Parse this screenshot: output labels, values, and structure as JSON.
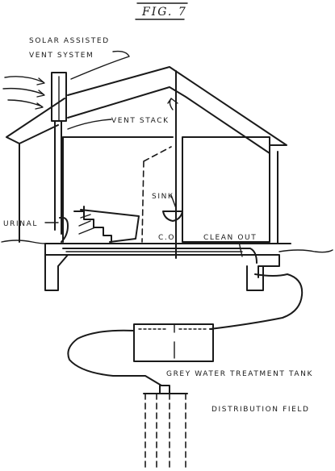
{
  "figure": {
    "title": "FIG. 7",
    "labels": {
      "solar_line1": "SOLAR ASSISTED",
      "solar_line2": "VENT SYSTEM",
      "vent_stack": "VENT STACK",
      "sink": "SINK",
      "urinal": "URINAL",
      "clean_out_short": "C.O.",
      "clean_out": "CLEAN OUT",
      "treatment_tank": "GREY WATER TREATMENT TANK",
      "distribution_field": "DISTRIBUTION FIELD"
    }
  }
}
